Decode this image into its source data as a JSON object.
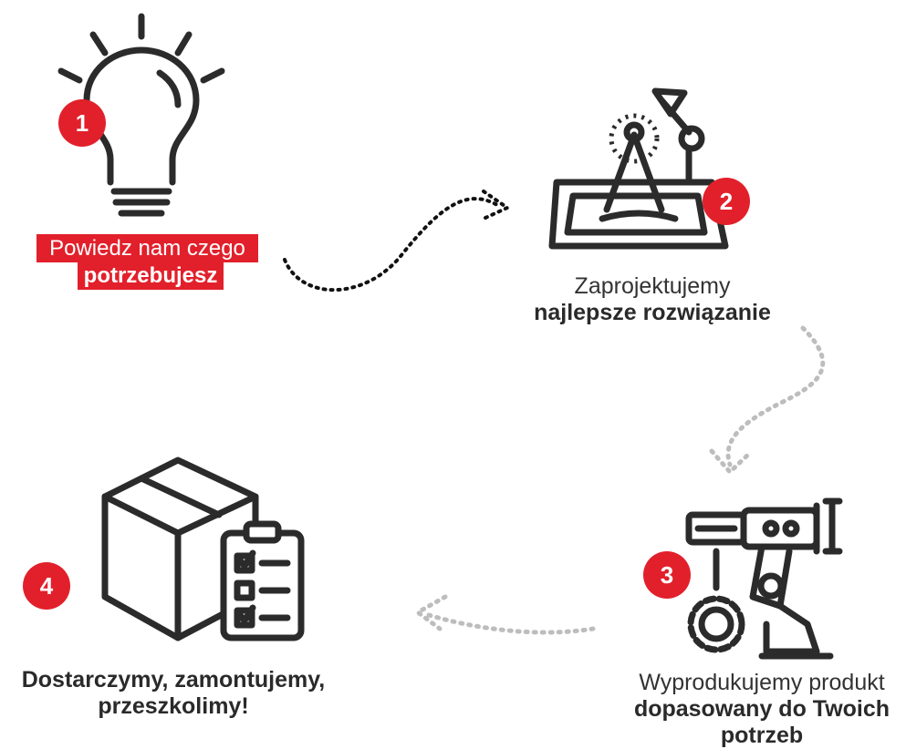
{
  "steps": [
    {
      "number": "1",
      "icon": "lightbulb-icon",
      "text_regular": "Powiedz nam czego",
      "text_bold": "potrzebujesz"
    },
    {
      "number": "2",
      "icon": "drafting-table-icon",
      "text_regular": "Zaprojektujemy",
      "text_bold": "najlepsze rozwiązanie"
    },
    {
      "number": "3",
      "icon": "robotic-arm-icon",
      "text_regular": "Wyprodukujemy produkt",
      "text_bold": "dopasowany do Twoich potrzeb"
    },
    {
      "number": "4",
      "icon": "box-checklist-icon",
      "text_regular": "",
      "text_bold": "Dostarczymy, zamontujemy, przeszkolimy!"
    }
  ],
  "colors": {
    "accent": "#e2202b",
    "icon_stroke": "#2b2b2b",
    "text": "#333333",
    "arrow_dark": "#111111",
    "arrow_light": "#c8c8c8"
  }
}
